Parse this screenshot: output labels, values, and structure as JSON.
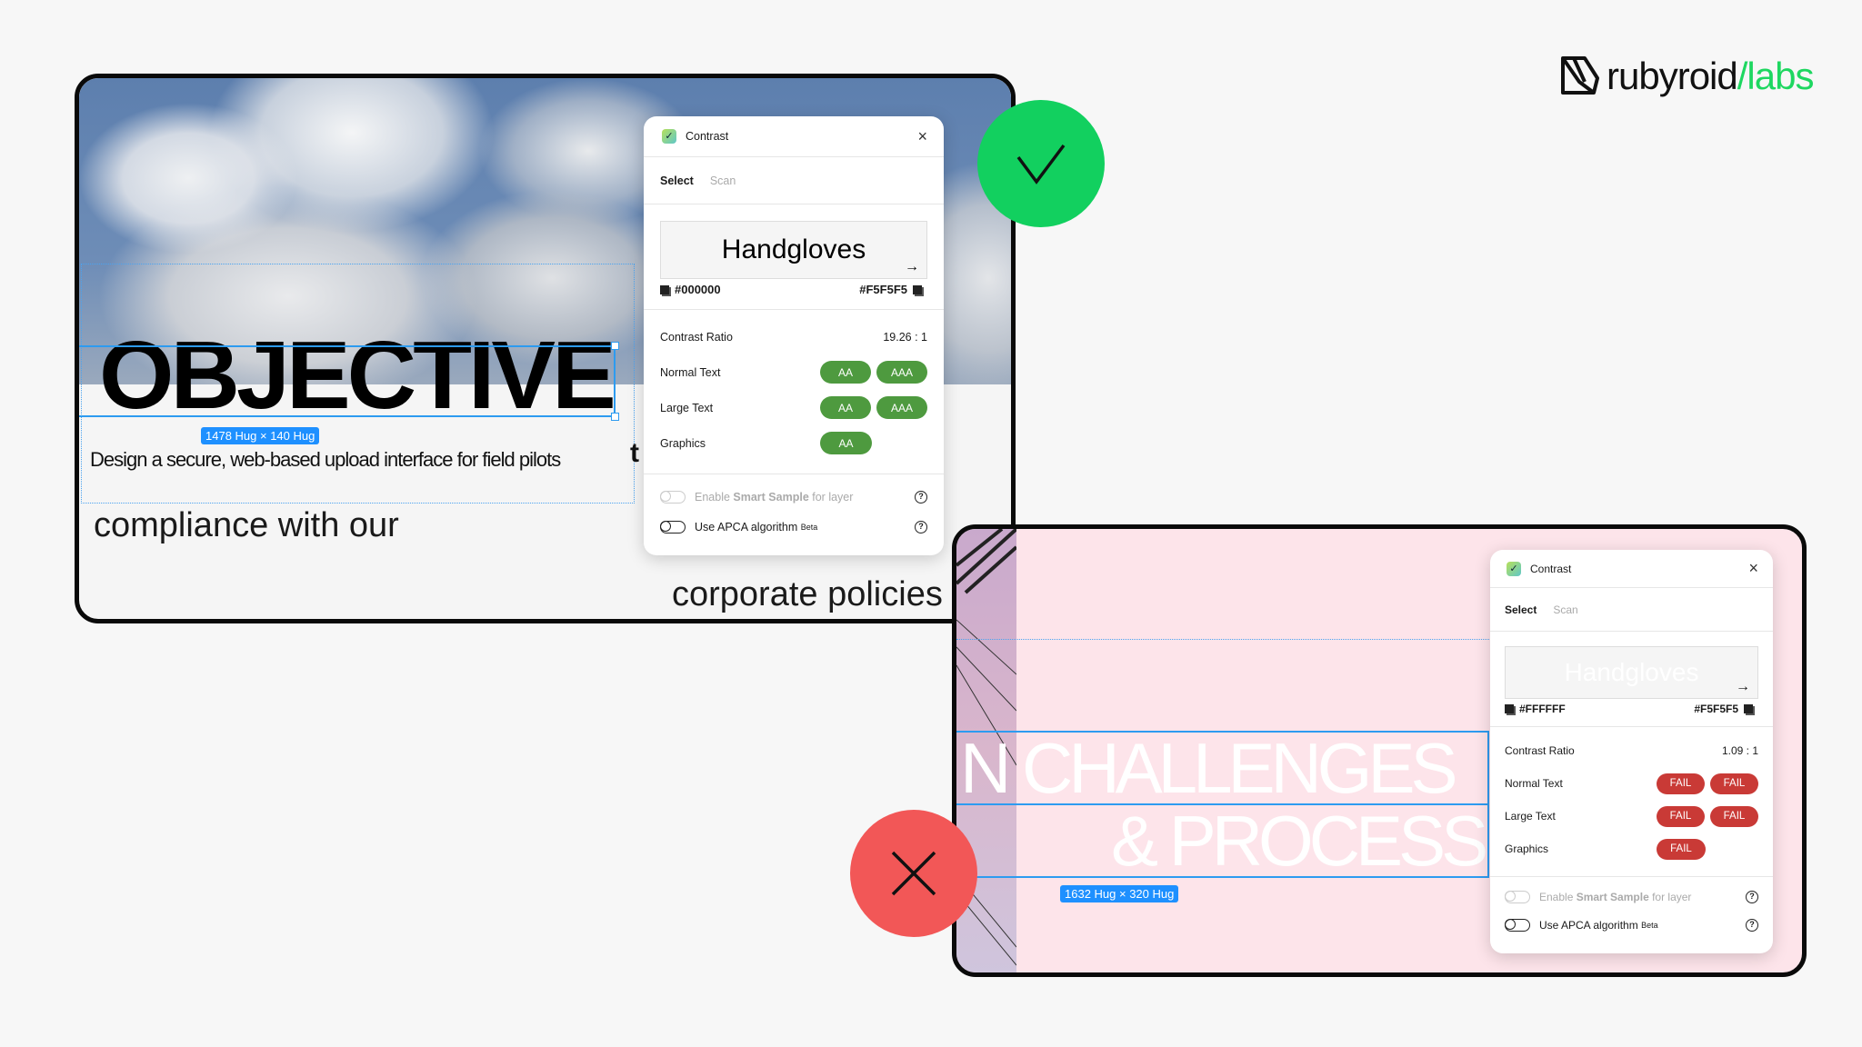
{
  "brand": {
    "name_part1": "rubyroid",
    "name_part2": "/labs",
    "accent": "#1ed760"
  },
  "pass_example": {
    "heading": "OBJECTIVE",
    "size_label": "1478 Hug × 140 Hug",
    "description": "Design a secure, web-based upload interface for field pilots",
    "overflow_char": "t",
    "line2": "compliance with our",
    "line3": "corporate policies",
    "status_icon": "check-icon",
    "status_color": "#12d05f",
    "panel": {
      "title": "Contrast",
      "close": "×",
      "tab_select": "Select",
      "tab_scan": "Scan",
      "preview_text": "Handgloves",
      "arrow": "→",
      "fg_hex": "#000000",
      "bg_hex": "#F5F5F5",
      "ratio_label": "Contrast Ratio",
      "ratio_value": "19.26 : 1",
      "rows": [
        {
          "label": "Normal Text",
          "badges": [
            "AA",
            "AAA"
          ]
        },
        {
          "label": "Large Text",
          "badges": [
            "AA",
            "AAA"
          ]
        },
        {
          "label": "Graphics",
          "badges": [
            "AA"
          ]
        }
      ],
      "smart_pre": "Enable ",
      "smart_bold": "Smart Sample",
      "smart_post": " for layer",
      "apca": "Use APCA algorithm",
      "beta": "Beta",
      "help": "?",
      "badge_color": "#4e9a3f"
    }
  },
  "fail_example": {
    "heading1": "N CHALLENGES",
    "heading2": "& PROCESS",
    "size_label": "1632 Hug × 320 Hug",
    "status_icon": "x-icon",
    "status_color": "#f25757",
    "panel": {
      "title": "Contrast",
      "close": "×",
      "tab_select": "Select",
      "tab_scan": "Scan",
      "preview_text": "Handgloves",
      "arrow": "→",
      "fg_hex": "#FFFFFF",
      "bg_hex": "#F5F5F5",
      "ratio_label": "Contrast Ratio",
      "ratio_value": "1.09 : 1",
      "rows": [
        {
          "label": "Normal Text",
          "badges": [
            "FAIL",
            "FAIL"
          ]
        },
        {
          "label": "Large Text",
          "badges": [
            "FAIL",
            "FAIL"
          ]
        },
        {
          "label": "Graphics",
          "badges": [
            "FAIL"
          ]
        }
      ],
      "smart_pre": "Enable ",
      "smart_bold": "Smart Sample",
      "smart_post": " for layer",
      "apca": "Use APCA algorithm",
      "beta": "Beta",
      "help": "?",
      "badge_color": "#c93a36"
    }
  }
}
